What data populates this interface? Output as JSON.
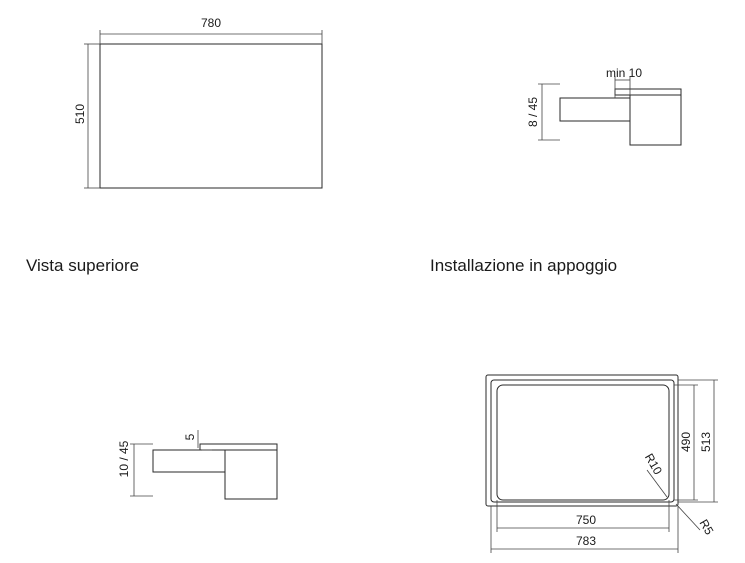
{
  "views": {
    "top": {
      "caption": "Vista superiore",
      "width_label": "780",
      "height_label": "510"
    },
    "surface": {
      "caption": "Installazione in appoggio",
      "thickness_label": "8 / 45",
      "overlap_label": "min 10"
    },
    "flush": {
      "thickness_label": "10 / 45",
      "offset_label": "5"
    },
    "cutout": {
      "inner_width_label": "750",
      "outer_width_label": "783",
      "inner_height_label": "490",
      "outer_height_label": "513",
      "inner_radius_label": "R10",
      "outer_radius_label": "R5"
    }
  }
}
